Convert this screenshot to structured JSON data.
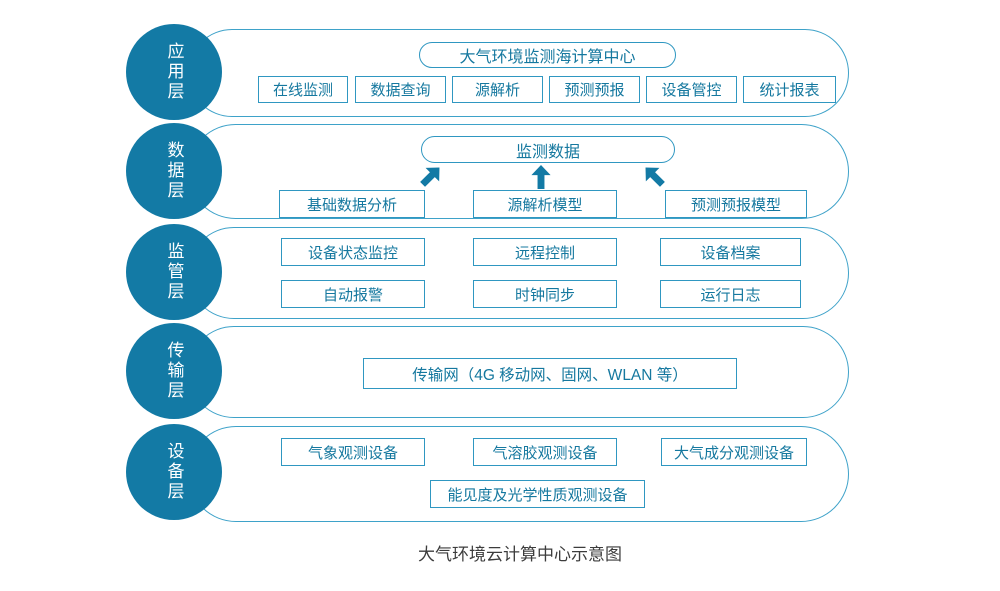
{
  "caption": "大气环境云计算中心示意图",
  "colors": {
    "primary": "#137aa5",
    "band-border": "#3ea2c9",
    "node-border": "#2f97c1",
    "node-text": "#15789f",
    "caption-text": "#3c3c3c"
  },
  "layers": {
    "app": {
      "name": "应用层",
      "pill": "大气环境监测海计算中心",
      "items": [
        "在线监测",
        "数据查询",
        "源解析",
        "预测预报",
        "设备管控",
        "统计报表"
      ]
    },
    "data": {
      "name": "数据层",
      "pill": "监测数据",
      "items": [
        "基础数据分析",
        "源解析模型",
        "预测预报模型"
      ],
      "arrow_icons": [
        "up-right-arrow",
        "up-arrow",
        "up-left-arrow"
      ]
    },
    "supervision": {
      "name": "监管层",
      "row1": [
        "设备状态监控",
        "远程控制",
        "设备档案"
      ],
      "row2": [
        "自动报警",
        "时钟同步",
        "运行日志"
      ]
    },
    "transport": {
      "name": "传输层",
      "item": "传输网（4G 移动网、固网、WLAN 等）"
    },
    "device": {
      "name": "设备层",
      "row1": [
        "气象观测设备",
        "气溶胶观测设备",
        "大气成分观测设备"
      ],
      "row2": [
        "能见度及光学性质观测设备"
      ]
    }
  }
}
